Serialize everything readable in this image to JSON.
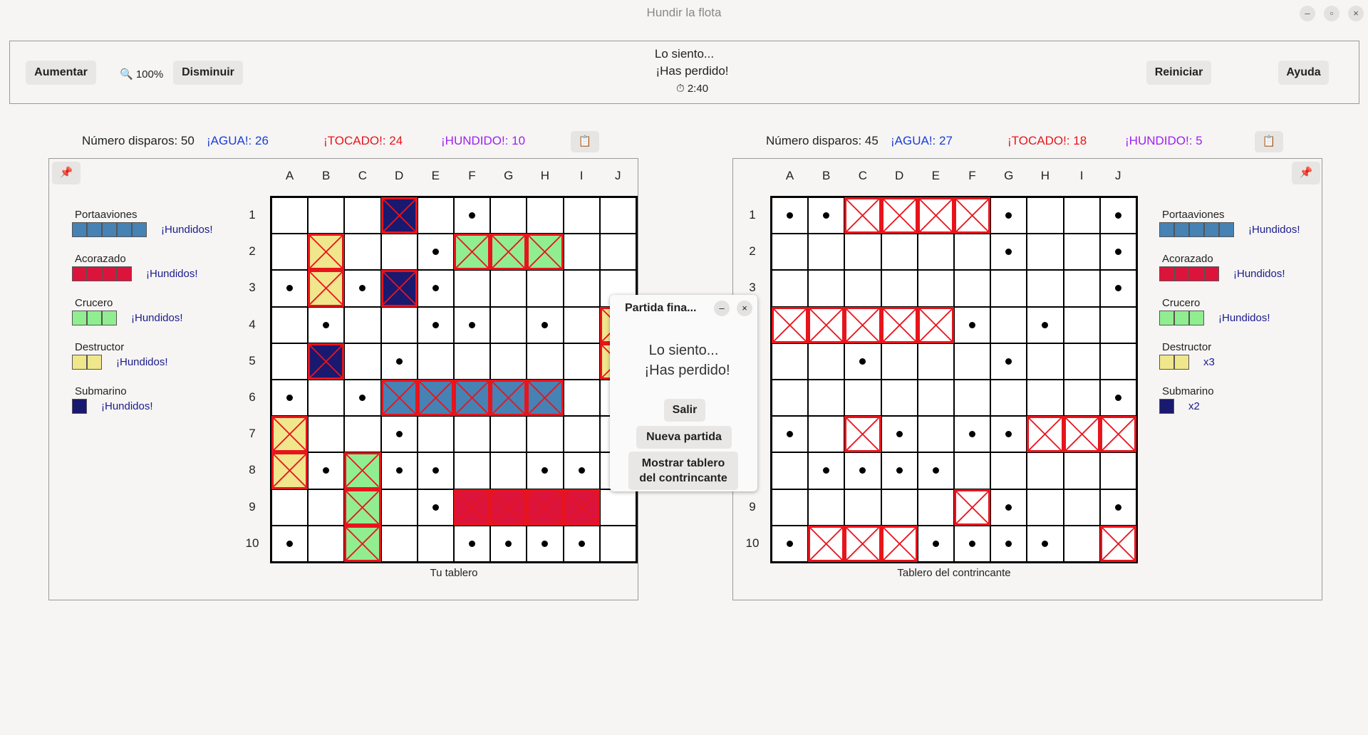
{
  "window": {
    "title": "Hundir la flota",
    "minimize": "–",
    "maximize": "▫",
    "close": "×"
  },
  "toolbar": {
    "zoom_in": "Aumentar",
    "zoom_level": "🔍 100%",
    "zoom_out": "Disminuir",
    "restart": "Reiniciar",
    "help": "Ayuda",
    "status_line1": "Lo siento...",
    "status_line2": "¡Has perdido!",
    "timer": "⏱ 2:40"
  },
  "columns": [
    "A",
    "B",
    "C",
    "D",
    "E",
    "F",
    "G",
    "H",
    "I",
    "J"
  ],
  "rows": [
    "1",
    "2",
    "3",
    "4",
    "5",
    "6",
    "7",
    "8",
    "9",
    "10"
  ],
  "colors": {
    "portaaviones": "#4682b4",
    "acorazado": "#dc143c",
    "crucero": "#90ee90",
    "destructor": "#f0e68c",
    "submarino": "#191970",
    "hit_border": "#e8141c"
  },
  "left": {
    "stats": {
      "shots": "Número disparos: 50",
      "agua": "¡AGUA!: 26",
      "tocado": "¡TOCADO!: 24",
      "hundido": "¡HUNDIDO!: 10"
    },
    "copy_icon": "📋",
    "pin_icon": "📌",
    "caption": "Tu tablero",
    "legend": [
      {
        "name": "Portaaviones",
        "size": 5,
        "color": "#4682b4",
        "status": "¡Hundidos!"
      },
      {
        "name": "Acorazado",
        "size": 4,
        "color": "#dc143c",
        "status": "¡Hundidos!"
      },
      {
        "name": "Crucero",
        "size": 3,
        "color": "#90ee90",
        "status": "¡Hundidos!"
      },
      {
        "name": "Destructor",
        "size": 2,
        "color": "#f0e68c",
        "status": "¡Hundidos!"
      },
      {
        "name": "Submarino",
        "size": 1,
        "color": "#191970",
        "status": "¡Hundidos!"
      }
    ],
    "board": [
      "...S.o....",
      ".D..oCCC..",
      "oDoSo.....",
      ".o..oo.o.D",
      ".S.o.....D",
      "o.oPPPPP..",
      "D..o......",
      "DoCoo..oo.",
      "..C.oAAAA.",
      "o.C..oooo."
    ]
  },
  "right": {
    "stats": {
      "shots": "Número disparos: 45",
      "agua": "¡AGUA!: 27",
      "tocado": "¡TOCADO!: 18",
      "hundido": "¡HUNDIDO!: 5"
    },
    "copy_icon": "📋",
    "pin_icon": "📌",
    "caption": "Tablero del contrincante",
    "legend": [
      {
        "name": "Portaaviones",
        "size": 5,
        "color": "#4682b4",
        "status": "¡Hundidos!"
      },
      {
        "name": "Acorazado",
        "size": 4,
        "color": "#dc143c",
        "status": "¡Hundidos!"
      },
      {
        "name": "Crucero",
        "size": 3,
        "color": "#90ee90",
        "status": "¡Hundidos!"
      },
      {
        "name": "Destructor",
        "size": 2,
        "color": "#f0e68c",
        "status": "x3"
      },
      {
        "name": "Submarino",
        "size": 1,
        "color": "#191970",
        "status": "x2"
      }
    ],
    "board": [
      "ooXXXXo..o",
      "......o..o",
      ".........o",
      "XXXXXo.o..",
      "..o...o...",
      ".........o",
      "o.Xo.ooXXX",
      ".oooo.....",
      ".....Xo..o",
      "oXXXoooo.X"
    ]
  },
  "dialog": {
    "title": "Partida fina...",
    "line1": "Lo siento...",
    "line2": "¡Has perdido!",
    "exit": "Salir",
    "new_game": "Nueva partida",
    "show_board_line1": "Mostrar tablero",
    "show_board_line2": "del contrincante",
    "minimize": "–",
    "close": "×"
  }
}
